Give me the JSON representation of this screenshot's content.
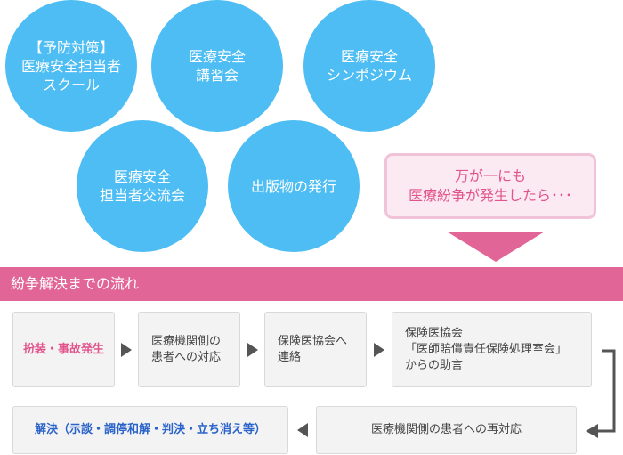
{
  "circles": [
    {
      "text": "【予防対策】\n医療安全担当者\nスクール"
    },
    {
      "text": "医療安全\n講習会"
    },
    {
      "text": "医療安全\nシンポジウム"
    },
    {
      "text": "医療安全\n担当者交流会"
    },
    {
      "text": "出版物の発行"
    }
  ],
  "notice": {
    "text": "万が一にも\n医療紛争が発生したら･･･"
  },
  "banner": {
    "title": "紛争解決までの流れ"
  },
  "flow": {
    "step1": "扮装・事故発生",
    "step2": "医療機関側の\n患者への対応",
    "step3": "保険医協会へ\n連絡",
    "step4": "保険医協会\n「医師賠償責任保険処理室会」\nからの助言",
    "step5": "医療機関側の患者への再対応",
    "step6": "解決（示談・調停和解・判決・立ち消え等）"
  },
  "colors": {
    "circle": "#4dbdf3",
    "banner": "#e16697",
    "accent_pink": "#e2548c",
    "accent_blue": "#2a63c9"
  }
}
